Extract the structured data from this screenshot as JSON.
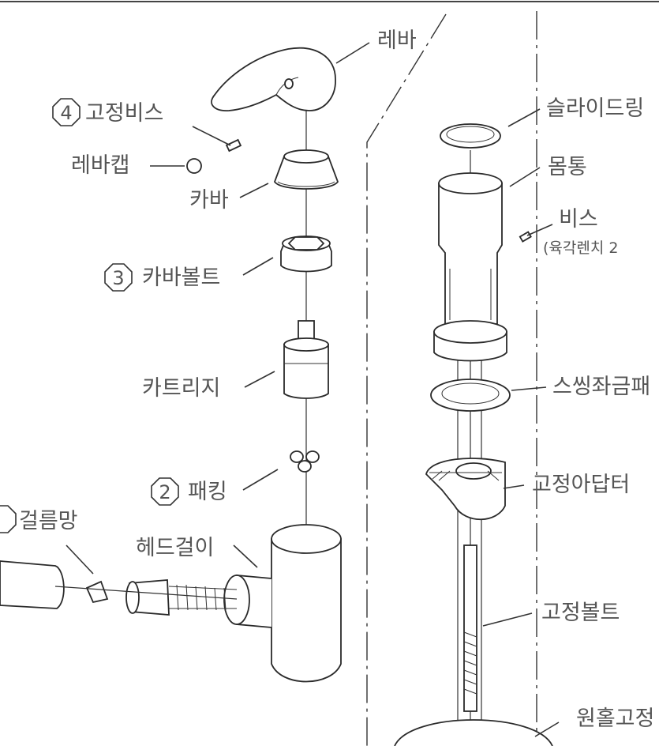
{
  "parts_left": {
    "lever": "레바",
    "fixing_screw": "고정비스",
    "lever_cap": "레바캡",
    "cover": "카바",
    "cover_bolt": "카바볼트",
    "cartridge": "카트리지",
    "packing": "패킹",
    "strainer": "걸름망",
    "head_holder": "헤드걸이"
  },
  "parts_right": {
    "slide_ring": "슬라이드링",
    "body": "몸통",
    "screw": "비스",
    "screw_note": "(육각렌치 2",
    "washer": "스씽좌금패",
    "fixing_adapter": "고정아답터",
    "fixing_bolt": "고정볼트",
    "round_hole": "원홀고정"
  },
  "markers": {
    "fixing_screw": "4",
    "cover_bolt": "3",
    "packing": "2"
  },
  "colors": {
    "line": "#333333",
    "text": "#555555",
    "background": "#ffffff"
  }
}
